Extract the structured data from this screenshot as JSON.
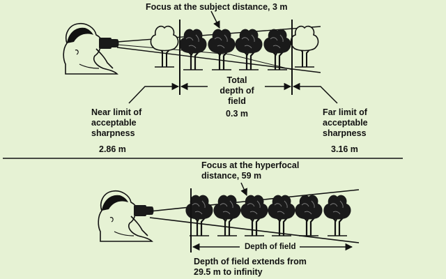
{
  "top_panel": {
    "focus_label": "Focus at the subject distance, 3 m",
    "total_dof_line1": "Total",
    "total_dof_line2": "depth of",
    "total_dof_line3": "field",
    "total_dof_value": "0.3 m",
    "near_limit_line1": "Near limit of",
    "near_limit_line2": "acceptable",
    "near_limit_line3": "sharpness",
    "near_limit_value": "2.86 m",
    "far_limit_line1": "Far limit of",
    "far_limit_line2": "acceptable",
    "far_limit_line3": "sharpness",
    "far_limit_value": "3.16 m"
  },
  "bottom_panel": {
    "focus_line1": "Focus at the hyperfocal",
    "focus_line2": "distance, 59 m",
    "dof_arrow_label": "Depth of field",
    "extends_line1": "Depth of field extends from",
    "extends_line2": "29.5 m to infinity"
  },
  "colors": {
    "background": "#e6f2d4",
    "ink": "#111111",
    "tree_fill": "#1a1a1a"
  },
  "icons": [
    "photographer-icon",
    "tree-icon",
    "arrow-icon"
  ]
}
